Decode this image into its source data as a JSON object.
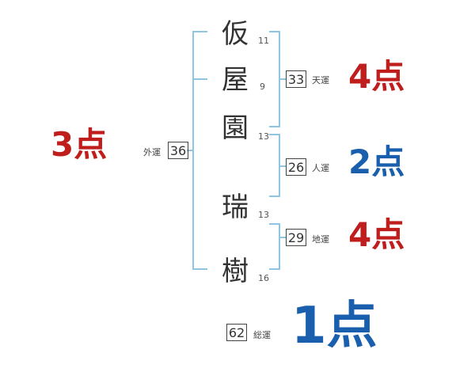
{
  "colors": {
    "bracket": "#8fc4e3",
    "red": "#c01d1d",
    "blue": "#1a5fad",
    "text": "#333333"
  },
  "name": {
    "surname": [
      {
        "char": "仮",
        "strokes": "11"
      },
      {
        "char": "屋",
        "strokes": "9"
      },
      {
        "char": "園",
        "strokes": "13"
      }
    ],
    "given": [
      {
        "char": "瑞",
        "strokes": "13"
      },
      {
        "char": "樹",
        "strokes": "16"
      }
    ]
  },
  "gaiun": {
    "label": "外運",
    "value": "36",
    "score": "3点"
  },
  "tenun": {
    "label": "天運",
    "value": "33",
    "score": "4点"
  },
  "jinun": {
    "label": "人運",
    "value": "26",
    "score": "2点"
  },
  "chiun": {
    "label": "地運",
    "value": "29",
    "score": "4点"
  },
  "souun": {
    "label": "総運",
    "value": "62",
    "score": "1点"
  }
}
